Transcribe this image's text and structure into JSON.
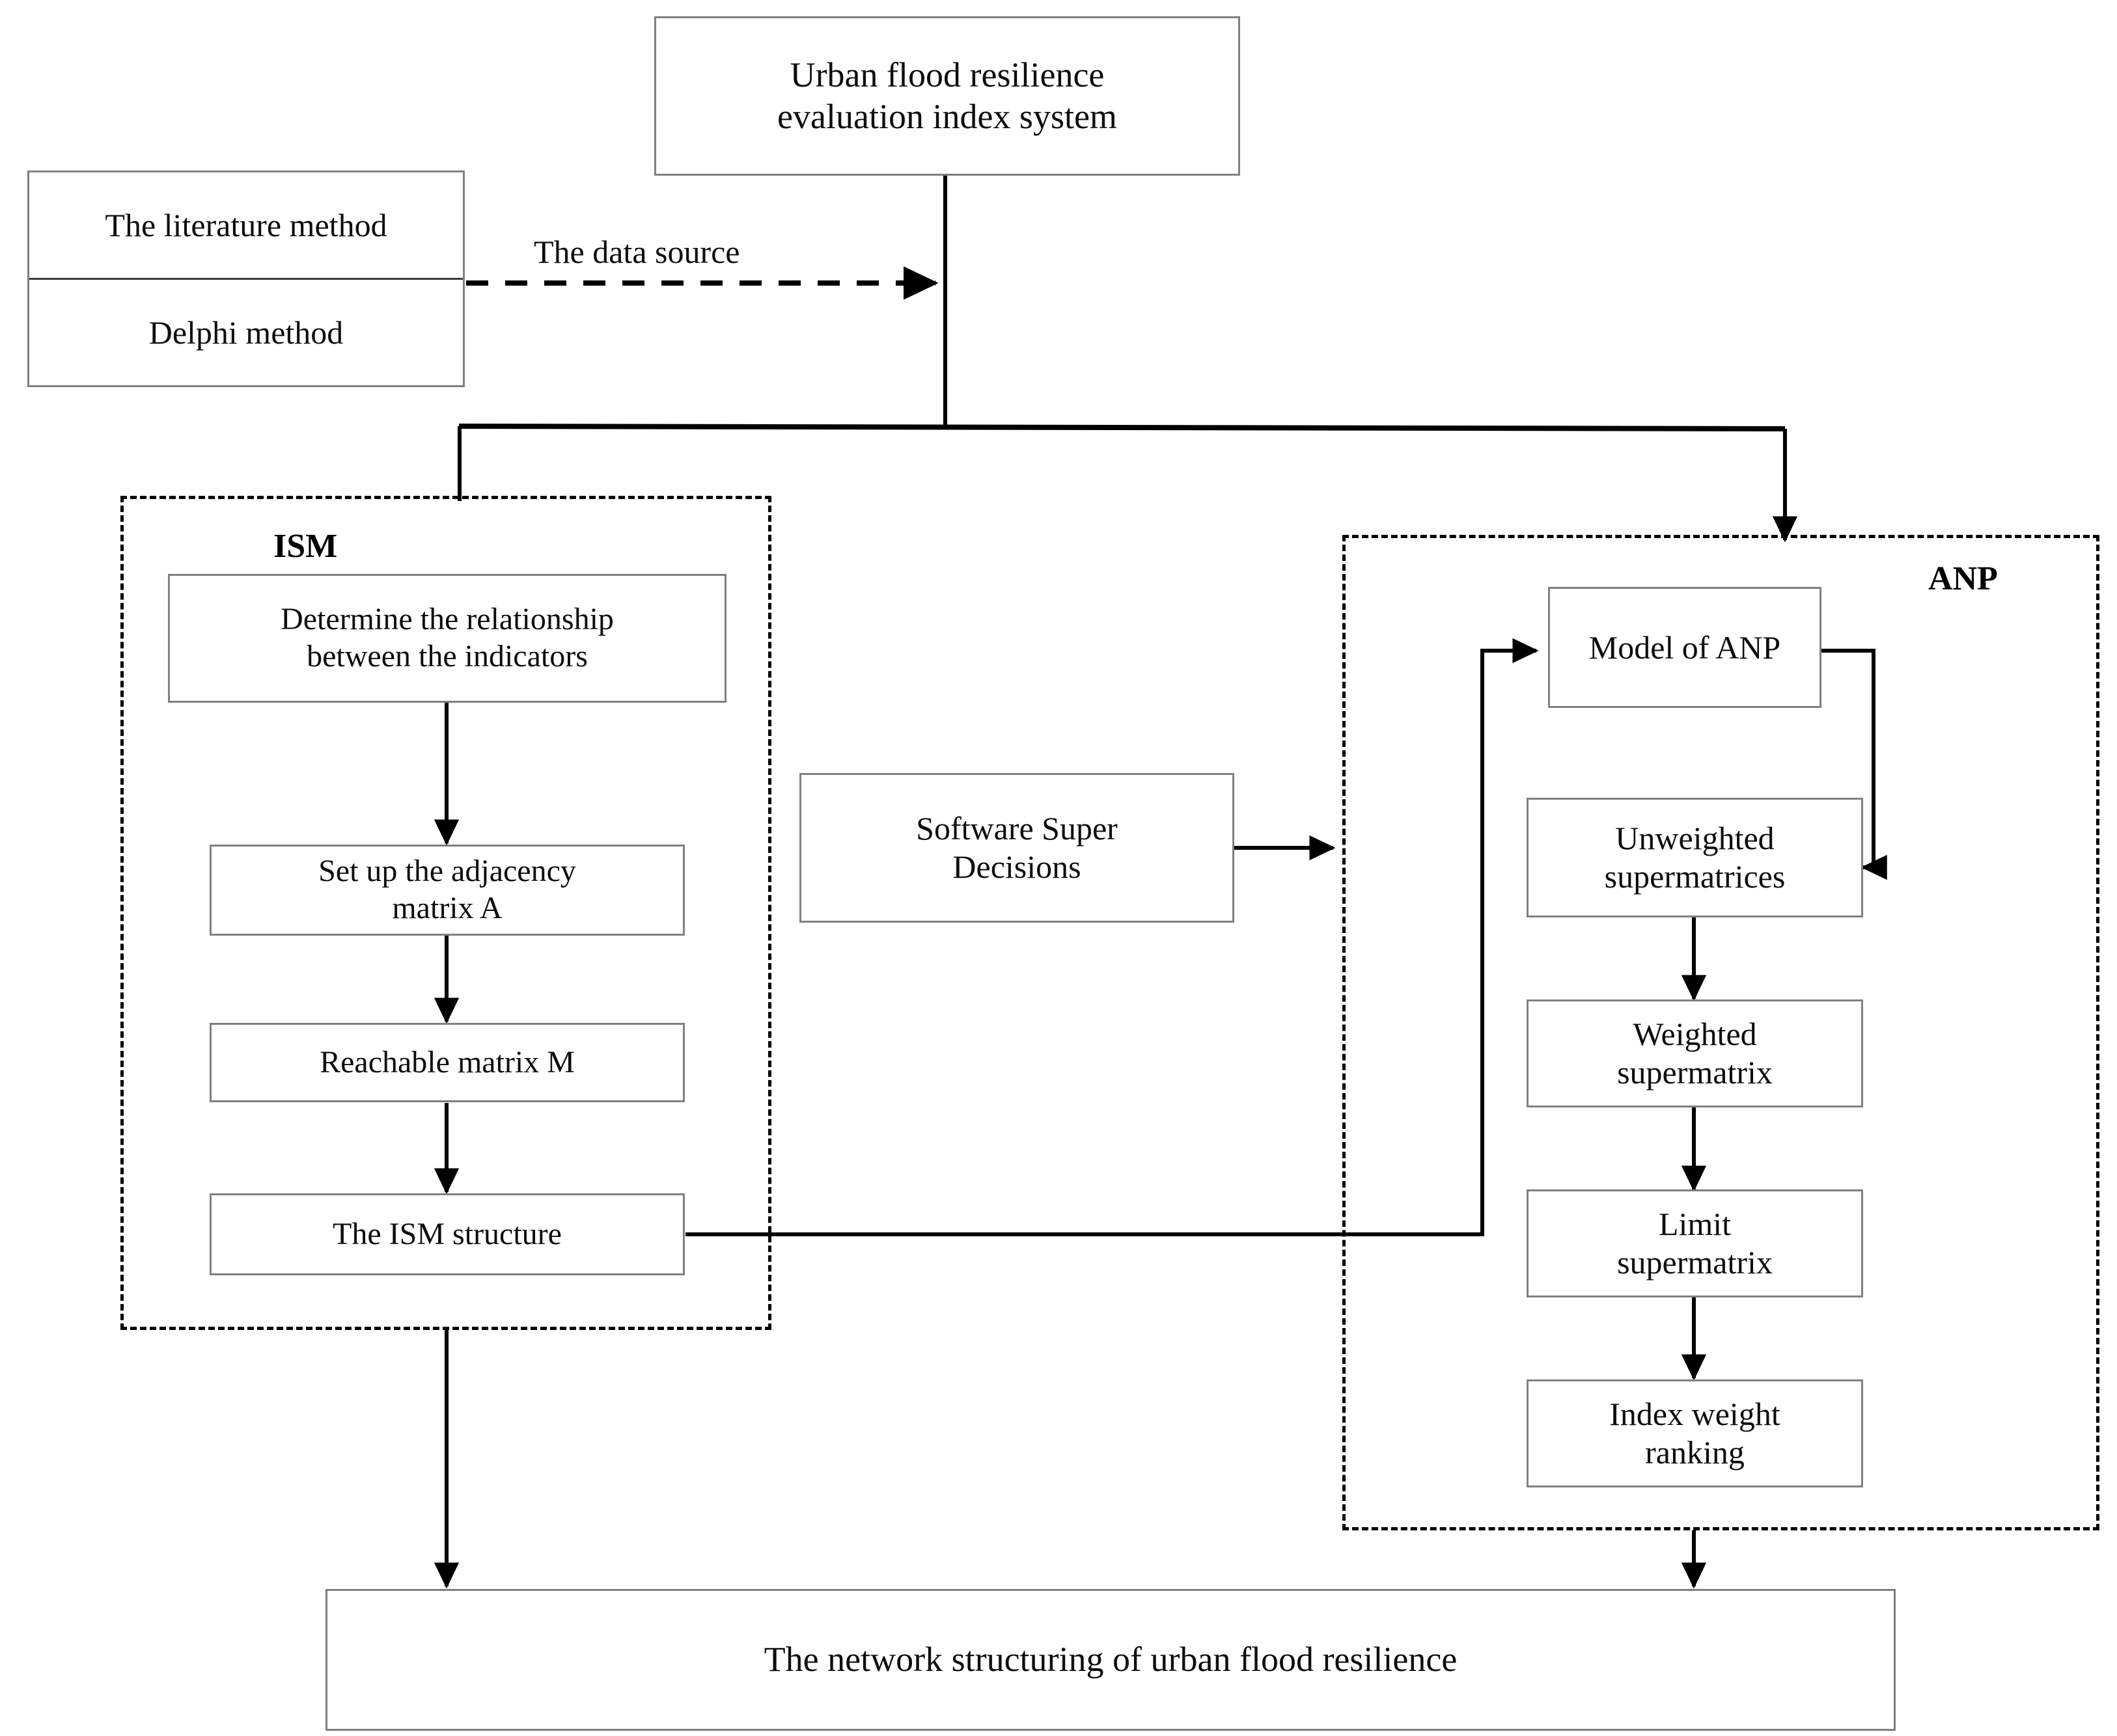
{
  "diagram": {
    "title_box": {
      "label": "Urban flood resilience\nevaluation index system"
    },
    "methods": {
      "literature": "The literature method",
      "delphi": "Delphi method"
    },
    "edge_labels": {
      "data_source": "The data source"
    },
    "groups": {
      "ism": {
        "label": "ISM"
      },
      "anp": {
        "label": "ANP"
      }
    },
    "ism_steps": [
      {
        "label": "Determine the relationship\nbetween the indicators"
      },
      {
        "label": "Set up the adjacency\nmatrix A"
      },
      {
        "label": "Reachable matrix M"
      },
      {
        "label": "The ISM structure"
      }
    ],
    "anp_steps": [
      {
        "label": "Model of ANP"
      },
      {
        "label": "Unweighted\nsupermatrices"
      },
      {
        "label": "Weighted\nsupermatrix"
      },
      {
        "label": "Limit\nsupermatrix"
      },
      {
        "label": "Index weight\nranking"
      }
    ],
    "software_box": {
      "label": "Software Super\nDecisions"
    },
    "result_box": {
      "label": "The network structuring of urban flood resilience"
    },
    "colors": {
      "box_border": "#808080",
      "group_border": "#000000",
      "line": "#000000",
      "text": "#0d0d0d",
      "background": "#ffffff"
    }
  }
}
